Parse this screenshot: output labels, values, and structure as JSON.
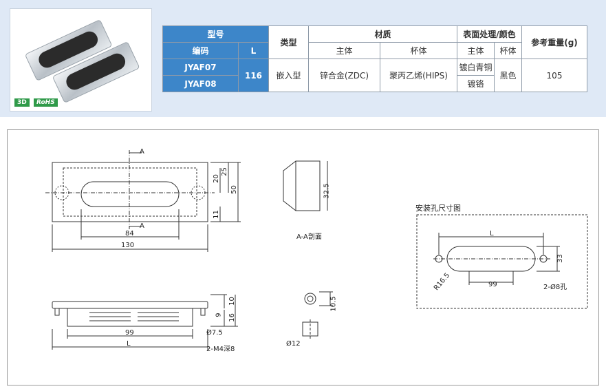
{
  "badges": {
    "three_d": "3D",
    "rohs": "RoHS"
  },
  "table": {
    "h_model": "型号",
    "h_code": "编码",
    "h_l": "L",
    "h_type": "类型",
    "h_material": "材质",
    "h_body": "主体",
    "h_cup": "杯体",
    "h_finish": "表面处理/颜色",
    "h_finish_body": "主体",
    "h_finish_cup": "杯体",
    "h_weight": "参考重量(g)",
    "code1": "JYAF07",
    "code2": "JYAF08",
    "l_value": "116",
    "type_value": "嵌入型",
    "body_material": "锌合金(ZDC)",
    "cup_material": "聚丙乙烯(HIPS)",
    "finish1": "镀白青铜",
    "finish2": "镀铬",
    "cup_color": "黑色",
    "weight": "105"
  },
  "drawing": {
    "section_a": "A",
    "dim_84": "84",
    "dim_130": "130",
    "dim_20": "20",
    "dim_25": "25",
    "dim_50": "50",
    "dim_11": "11",
    "dim_32_5": "32.5",
    "section_label": "A-A剖面",
    "dim_99": "99",
    "dim_L": "L",
    "dim_10": "10",
    "dim_9": "9",
    "dim_16": "16",
    "dim_d7_5": "Ø7.5",
    "dim_m4": "2-M4深8",
    "dim_10_5": "10.5",
    "dim_d12": "Ø12",
    "hole_title": "安装孔尺寸图",
    "hole_L": "L",
    "hole_33": "33",
    "hole_r16_5": "R16.5",
    "hole_99": "99",
    "hole_d8": "2-Ø8孔"
  }
}
